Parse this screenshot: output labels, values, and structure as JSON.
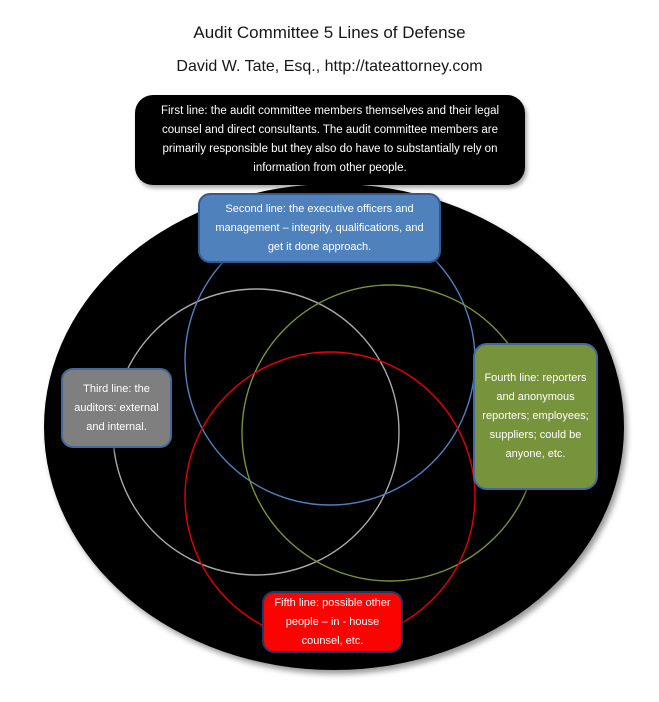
{
  "header": {
    "title": "Audit Committee 5 Lines of Defense",
    "subtitle": "David W. Tate, Esq., http://tateattorney.com"
  },
  "diagram": {
    "outer_circle": {
      "meaning": "first line outer boundary circle",
      "fill": "#000000"
    },
    "circles": {
      "gray": {
        "meaning": "third line - auditors",
        "stroke": "#A9A9A9"
      },
      "blue": {
        "meaning": "second line - officers, management",
        "stroke": "#4F81BD"
      },
      "green": {
        "meaning": "fourth line - reporters, employees",
        "stroke": "#77933C"
      },
      "red": {
        "meaning": "fifth line - other people",
        "stroke": "#E60000"
      }
    },
    "callouts": [
      {
        "id": "first",
        "text": "First line: the audit committee members themselves and their legal counsel and direct consultants. The audit committee members are primarily responsible but they also do have to substantially rely on information from other people.",
        "fill": "#000000",
        "border": "#000000",
        "text_color": "#FFFFFF"
      },
      {
        "id": "second",
        "text": "Second line: the executive officers and management – integrity, qualifications, and get it done approach.",
        "fill": "#4F81BD",
        "border": "#36598C",
        "text_color": "#FFFFFF"
      },
      {
        "id": "third",
        "text": "Third line: the auditors: external and internal.",
        "fill": "#7F7F7F",
        "border": "#44689B",
        "text_color": "#FFFFFF"
      },
      {
        "id": "fourth",
        "text": "Fourth line: reporters and anonymous reporters; employees; suppliers; could be anyone, etc.",
        "fill": "#77933C",
        "border": "#44689B",
        "text_color": "#FFFFFF"
      },
      {
        "id": "fifth",
        "text": "Fifth line: possible other people – in - house counsel, etc.",
        "fill": "#FB0300",
        "border": "#1F3864",
        "text_color": "#FFFFFF"
      }
    ]
  }
}
